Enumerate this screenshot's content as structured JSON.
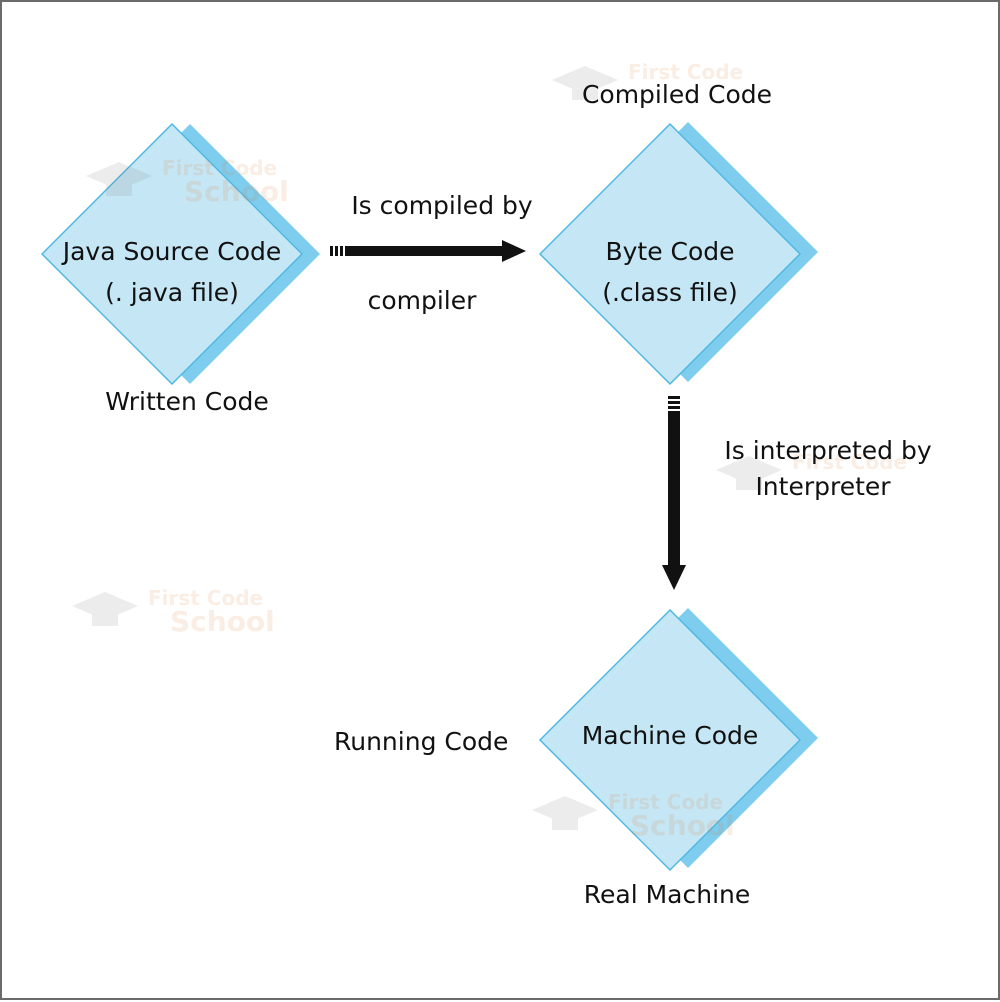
{
  "nodes": {
    "source": {
      "title": "Java Source Code",
      "subtitle": "(. java file)",
      "caption": "Written Code"
    },
    "bytecode": {
      "title": "Byte Code",
      "subtitle": "(.class file)",
      "caption": "Compiled Code"
    },
    "machine": {
      "title": "Machine Code",
      "caption_left": "Running Code",
      "caption_below": "Real Machine"
    }
  },
  "edges": {
    "compile": {
      "label_above": "Is compiled by",
      "label_below": "compiler"
    },
    "interpret": {
      "label_line1": "Is interpreted by",
      "label_line2": "Interpreter"
    }
  },
  "watermark": {
    "line1": "First Code",
    "line2": "School"
  },
  "colors": {
    "diamond_fill": "#c5e6f4",
    "diamond_shadow": "#7ecdee",
    "diamond_stroke": "#4fb8e4",
    "arrow": "#111111"
  }
}
